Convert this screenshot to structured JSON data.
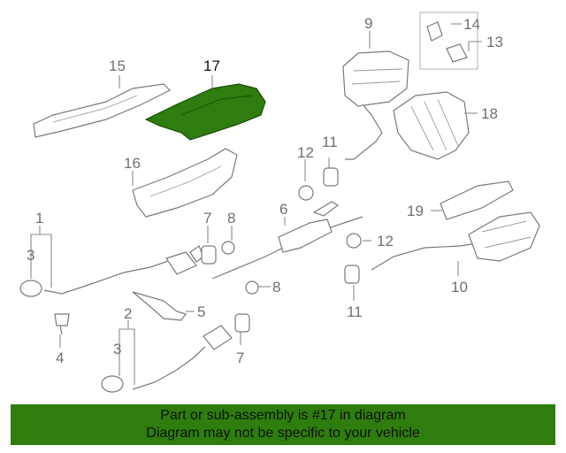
{
  "diagram": {
    "highlight_color": "#2e7d0e",
    "highlighted_part": "17",
    "callouts": {
      "c1": "1",
      "c2": "2",
      "c3a": "3",
      "c3b": "3",
      "c4": "4",
      "c5": "5",
      "c6": "6",
      "c7a": "7",
      "c7b": "7",
      "c8a": "8",
      "c8b": "8",
      "c9": "9",
      "c10": "10",
      "c11a": "11",
      "c11b": "11",
      "c12a": "12",
      "c12b": "12",
      "c13": "13",
      "c14": "14",
      "c15": "15",
      "c16": "16",
      "c17": "17",
      "c18": "18",
      "c19": "19"
    }
  },
  "banner": {
    "line1": "Part or sub-assembly is #17 in diagram",
    "line2": "Diagram may not be specific to your vehicle",
    "color": "#2e7d0e"
  }
}
